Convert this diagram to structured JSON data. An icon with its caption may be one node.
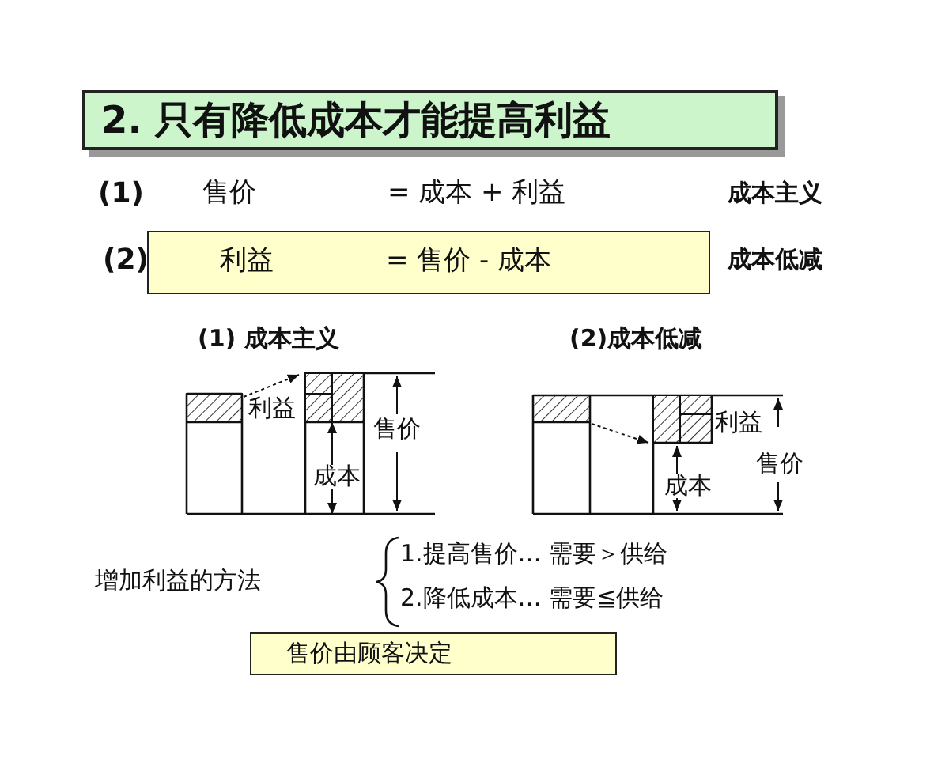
{
  "diagram": {
    "title": "2. 只有降低成本才能提高利益",
    "nodes": [
      {
        "text": [
          "利益",
          "= 售价 - 成本"
        ],
        "beside": [
          "(2)",
          "成本低减"
        ]
      },
      {
        "text": [
          "售价由顾客决定"
        ]
      }
    ],
    "edges": [],
    "labels": [
      "(1)",
      "售价",
      "= 成本 + 利益",
      "成本主义",
      "(1) 成本主义",
      "(2)成本低减",
      "利益",
      "售价",
      "成本",
      "利益",
      "售价",
      "成本",
      "增加利益的方法",
      "1.提高售价… 需要＞供给",
      "2.降低成本… 需要≦供给"
    ]
  }
}
